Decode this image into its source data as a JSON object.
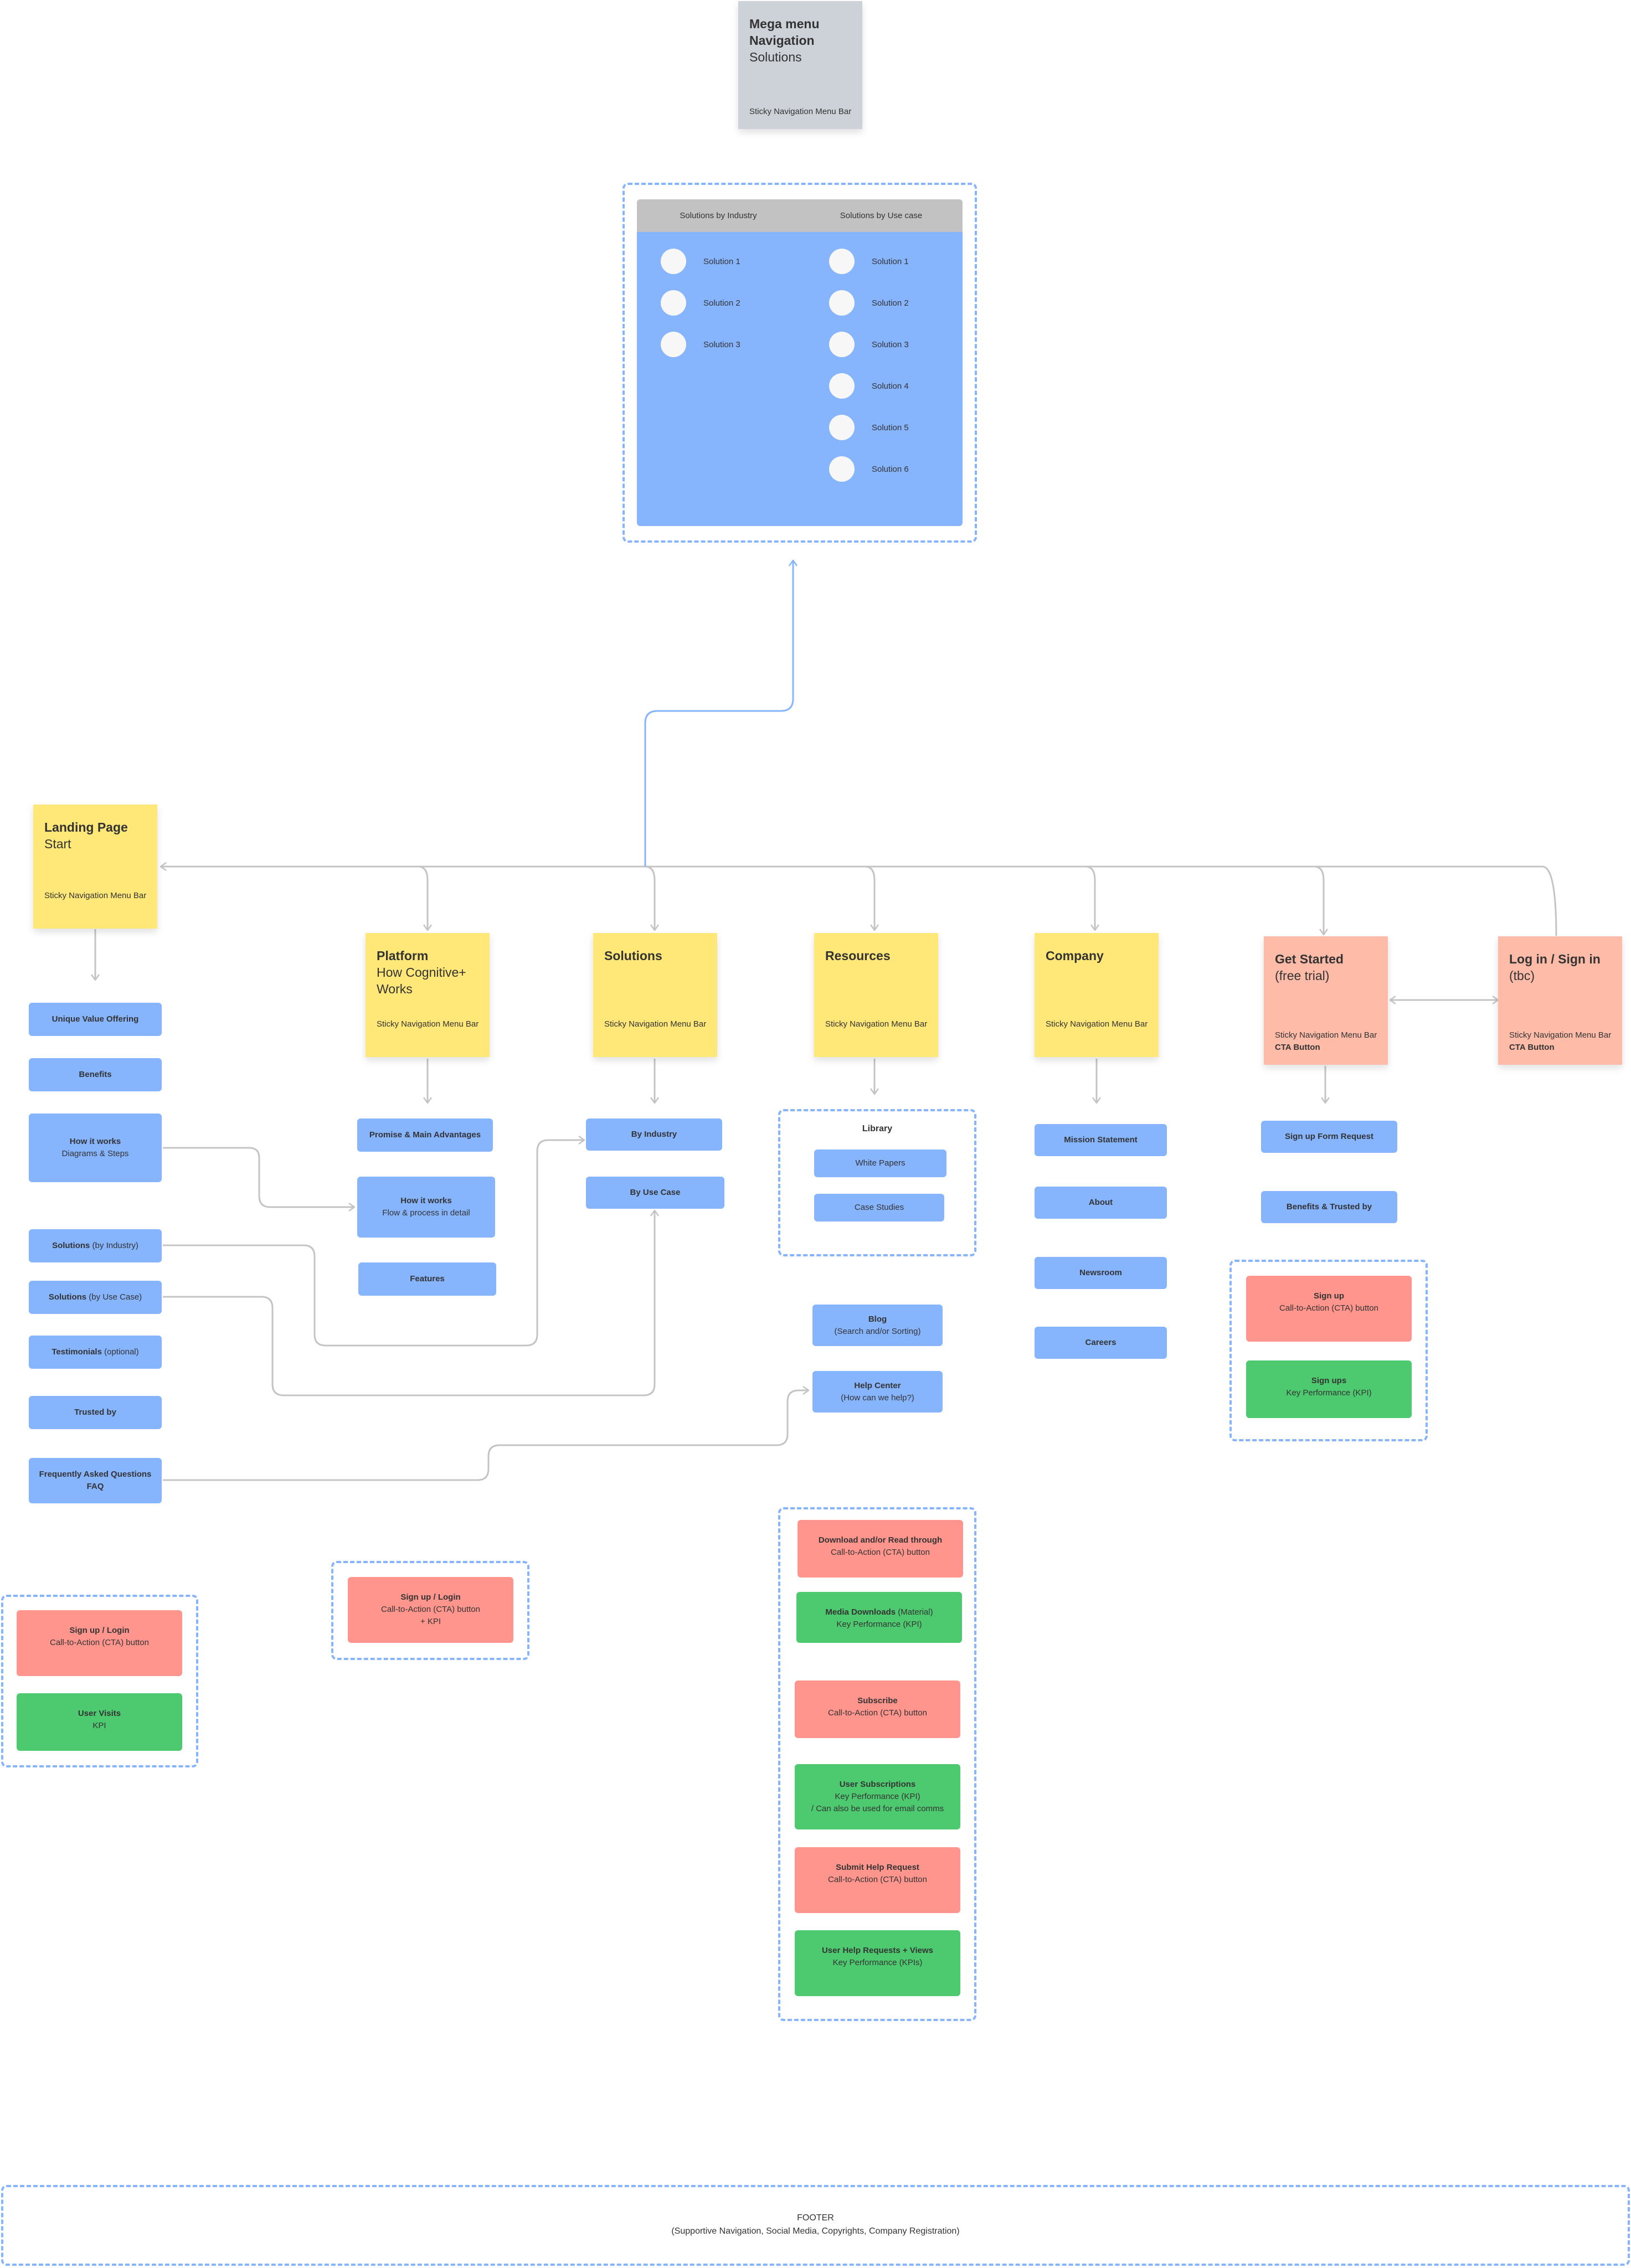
{
  "mega_menu": {
    "sticky": {
      "title": "Mega menu Navigation",
      "subtitle": "Solutions",
      "note": "Sticky Navigation Menu Bar"
    },
    "columns": [
      {
        "header": "Solutions by Industry",
        "items": [
          "Solution 1",
          "Solution 2",
          "Solution 3"
        ]
      },
      {
        "header": "Solutions by Use case",
        "items": [
          "Solution 1",
          "Solution 2",
          "Solution 3",
          "Solution 4",
          "Solution 5",
          "Solution 6"
        ]
      }
    ]
  },
  "pages": {
    "landing": {
      "title": "Landing Page",
      "subtitle": "Start",
      "note": "Sticky Navigation Menu Bar"
    },
    "platform": {
      "title": "Platform",
      "subtitle": "How Cognitive+ Works",
      "note": "Sticky Navigation Menu Bar"
    },
    "solutions": {
      "title": "Solutions",
      "note": "Sticky Navigation Menu Bar"
    },
    "resources": {
      "title": "Resources",
      "note": "Sticky Navigation Menu Bar"
    },
    "company": {
      "title": "Company",
      "note": "Sticky Navigation Menu Bar"
    },
    "get_started": {
      "title": "Get Started",
      "subtitle": "(free trial)",
      "note": "Sticky Navigation Menu Bar",
      "note_bold": "CTA Button"
    },
    "login": {
      "title": "Log in / Sign in",
      "subtitle": "(tbc)",
      "note": "Sticky Navigation Menu Bar",
      "note_bold": "CTA Button"
    }
  },
  "landing_sections": [
    {
      "bold": "Unique Value Offering",
      "rest": ""
    },
    {
      "bold": "Benefits",
      "rest": ""
    },
    {
      "bold": "How it works",
      "line2": "Diagrams & Steps"
    },
    {
      "bold": "Solutions",
      "rest": " (by Industry)"
    },
    {
      "bold": "Solutions",
      "rest": " (by Use Case)"
    },
    {
      "bold": "Testimonials",
      "rest": " (optional)"
    },
    {
      "bold": "Trusted by",
      "rest": ""
    },
    {
      "bold": "Frequently Asked Questions",
      "line2_bold": "FAQ"
    }
  ],
  "landing_kpis": [
    {
      "bold": "Sign up / Login",
      "line2": "Call-to-Action (CTA) button",
      "type": "cta"
    },
    {
      "bold": "User Visits",
      "line2": "KPI",
      "type": "kpi"
    }
  ],
  "platform_sections": [
    {
      "bold": "Promise & Main Advantages"
    },
    {
      "bold": "How it works",
      "line2": "Flow & process in detail"
    },
    {
      "bold": "Features"
    }
  ],
  "platform_kpis": [
    {
      "bold": "Sign up / Login",
      "line2": "Call-to-Action (CTA) button",
      "line3": "+ KPI",
      "type": "cta"
    }
  ],
  "solutions_sections": [
    {
      "bold": "By Industry"
    },
    {
      "bold": "By Use Case"
    }
  ],
  "resources": {
    "library_title": "Library",
    "library_items": [
      "White Papers",
      "Case Studies"
    ],
    "blog": {
      "bold": "Blog",
      "line2": "(Search and/or Sorting)"
    },
    "help": {
      "bold": "Help Center",
      "line2": "(How can we help?)"
    },
    "kpis": [
      {
        "bold": "Download and/or Read through",
        "line2": "Call-to-Action (CTA) button",
        "type": "cta"
      },
      {
        "bold": "Media Downloads",
        "bold_rest": " (Material)",
        "line2": "Key Performance (KPI)",
        "type": "kpi"
      },
      {
        "bold": "Subscribe",
        "line2": "Call-to-Action (CTA) button",
        "type": "cta"
      },
      {
        "bold": "User Subscriptions",
        "line2": "Key Performance (KPI)",
        "line3": "/ Can also be used for email comms",
        "type": "kpi"
      },
      {
        "bold": "Submit Help Request",
        "line2": "Call-to-Action (CTA) button",
        "type": "cta"
      },
      {
        "bold": "User Help Requests + Views",
        "line2": "Key Performance (KPIs)",
        "type": "kpi"
      }
    ]
  },
  "company_sections": [
    "Mission Statement",
    "About",
    "Newsroom",
    "Careers"
  ],
  "get_started_sections": [
    "Sign up Form Request",
    "Benefits & Trusted by"
  ],
  "get_started_kpis": [
    {
      "bold": "Sign up",
      "line2": "Call-to-Action (CTA) button",
      "type": "cta"
    },
    {
      "bold": "Sign ups",
      "line2": "Key Performance (KPI)",
      "type": "kpi"
    }
  ],
  "footer": {
    "title": "FOOTER",
    "subtitle": "(Supportive Navigation, Social Media, Copyrights, Company Registration)"
  },
  "colors": {
    "sticky_yellow": "#FFE778",
    "sticky_salmon": "#FDBBA8",
    "sticky_gray": "#CDD2D9",
    "node_blue": "#86B4FD",
    "cta_red": "#FF958D",
    "kpi_green": "#4DCA6F",
    "connector": "#C4C4C4",
    "connector_blue": "#86B4FD"
  }
}
